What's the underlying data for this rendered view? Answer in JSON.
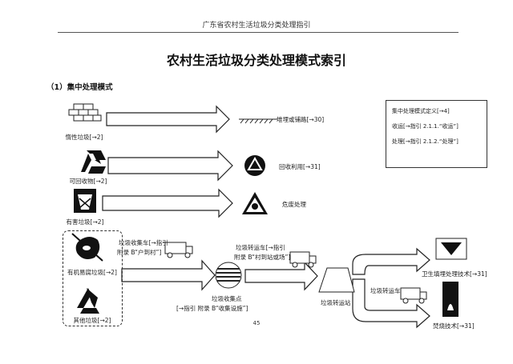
{
  "header": {
    "title": "广东省农村生活垃圾分类处理指引"
  },
  "doc": {
    "title": "农村生活垃圾分类处理模式索引",
    "section": "（1）集中处理模式",
    "page_number": "45"
  },
  "categories": {
    "inert": "惰性垃圾[→2]",
    "recyclable": "可回收物[→2]",
    "hazardous": "有害垃圾[→2]",
    "organic": "有机易腐垃圾[→2]",
    "other": "其他垃圾[→2]"
  },
  "destinations": {
    "inert": "堆埋或铺路[→30]",
    "recyclable": "回收利用[→31]",
    "hazardous": "危废处理",
    "landfill": "卫生填埋处理技术[→31]",
    "incineration": "焚烧技术[→31]"
  },
  "flow": {
    "collector_line1": "垃圾收集车[→指引",
    "collector_line2": "附录 B“户到村”]",
    "point": "垃圾收集点",
    "point_ref": "[→指引 附录 B“收集设施”]",
    "transport_line1": "垃圾转运车[→指引",
    "transport_line2": "附录 B“村到站或场”]",
    "station": "垃圾转运站",
    "transfer_truck": "垃圾转运车"
  },
  "definitions": [
    "集中处理模式定义[→4]",
    "收运[→指引 2.1.1.“收运”]",
    "处理[→指引 2.1.2.“处理”]"
  ]
}
